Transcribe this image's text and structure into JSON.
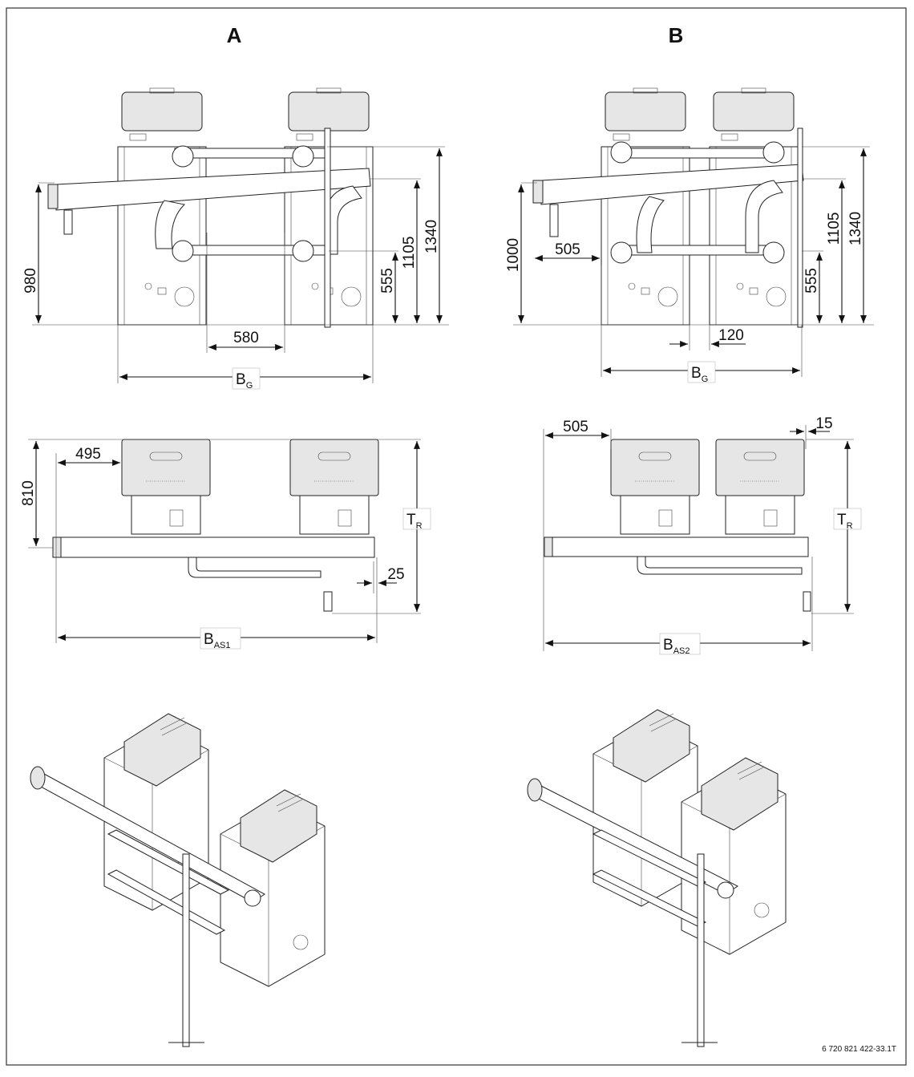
{
  "variants": {
    "a": "A",
    "b": "B"
  },
  "view_a_front": {
    "d980": "980",
    "d555": "555",
    "d1105": "1105",
    "d1340": "1340",
    "d580": "580",
    "bg": "B",
    "bg_sub": "G"
  },
  "view_b_front": {
    "d1000": "1000",
    "d505": "505",
    "d555": "555",
    "d1105": "1105",
    "d1340": "1340",
    "d120": "120",
    "bg": "B",
    "bg_sub": "G"
  },
  "view_a_top": {
    "d810": "810",
    "d495": "495",
    "d25": "25",
    "tr": "T",
    "tr_sub": "R",
    "bas": "B",
    "bas_sub": "AS1"
  },
  "view_b_top": {
    "d505": "505",
    "d15": "15",
    "tr": "T",
    "tr_sub": "R",
    "bas": "B",
    "bas_sub": "AS2"
  },
  "reference": "6 720 821 422-33.1T"
}
